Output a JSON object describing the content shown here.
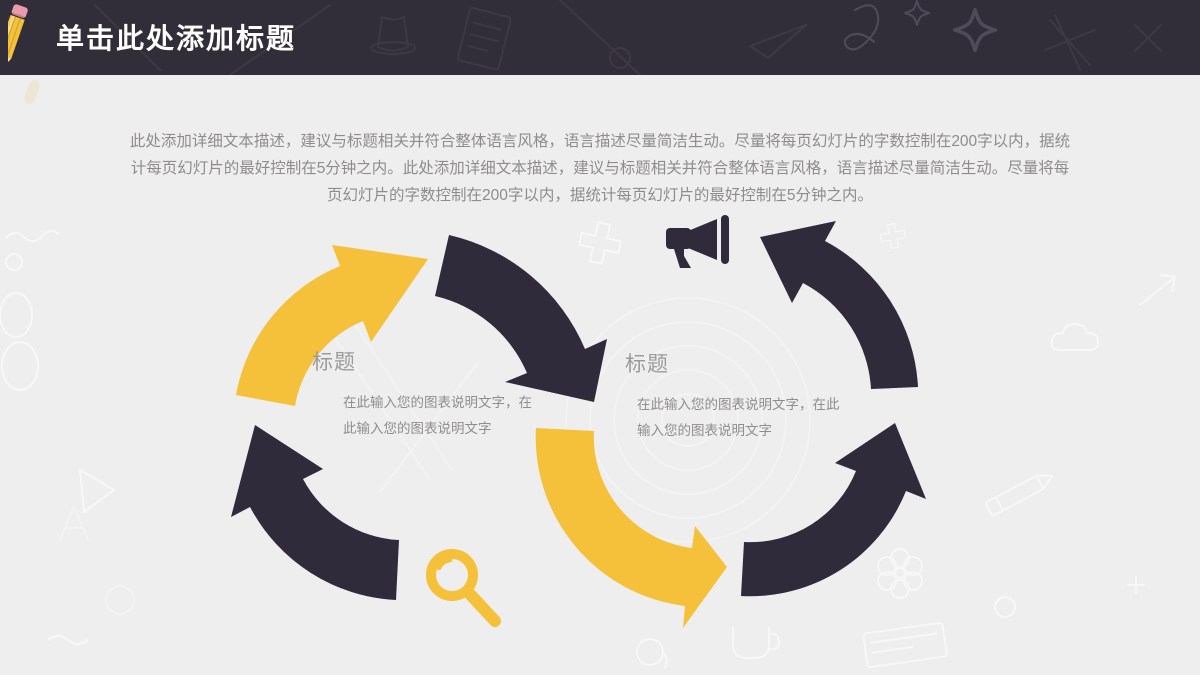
{
  "header": {
    "title": "单击此处添加标题",
    "icon": "pencil-icon"
  },
  "intro": "此处添加详细文本描述，建议与标题相关并符合整体语言风格，语言描述尽量简洁生动。尽量将每页幻灯片的字数控制在200字以内，据统计每页幻灯片的最好控制在5分钟之内。此处添加详细文本描述，建议与标题相关并符合整体语言风格，语言描述尽量简洁生动。尽量将每页幻灯片的字数控制在200字以内，据统计每页幻灯片的最好控制在5分钟之内。",
  "cycles": [
    {
      "label": "标题",
      "desc": "在此输入您的图表说明文字，在此输入您的图表说明文字",
      "icon": "magnifier-icon",
      "direction": "clockwise",
      "arrow_colors": [
        "yellow",
        "dark",
        "dark"
      ]
    },
    {
      "label": "标题",
      "desc": "在此输入您的图表说明文字，在此输入您的图表说明文字",
      "icon": "megaphone-icon",
      "direction": "counter-clockwise",
      "arrow_colors": [
        "yellow",
        "dark",
        "dark"
      ]
    }
  ],
  "colors": {
    "header-bg": "#322E39",
    "slide-bg": "#EFEEEE",
    "accent-yellow": "#F5C13B",
    "arrow-dark": "#302B3A",
    "title-color": "#FFFFFF",
    "body-text": "#8E8C8C",
    "label-text": "#9B9B9B",
    "pencil-eraser": "#E89CAE",
    "pencil-wood": "#EFDCAE"
  }
}
